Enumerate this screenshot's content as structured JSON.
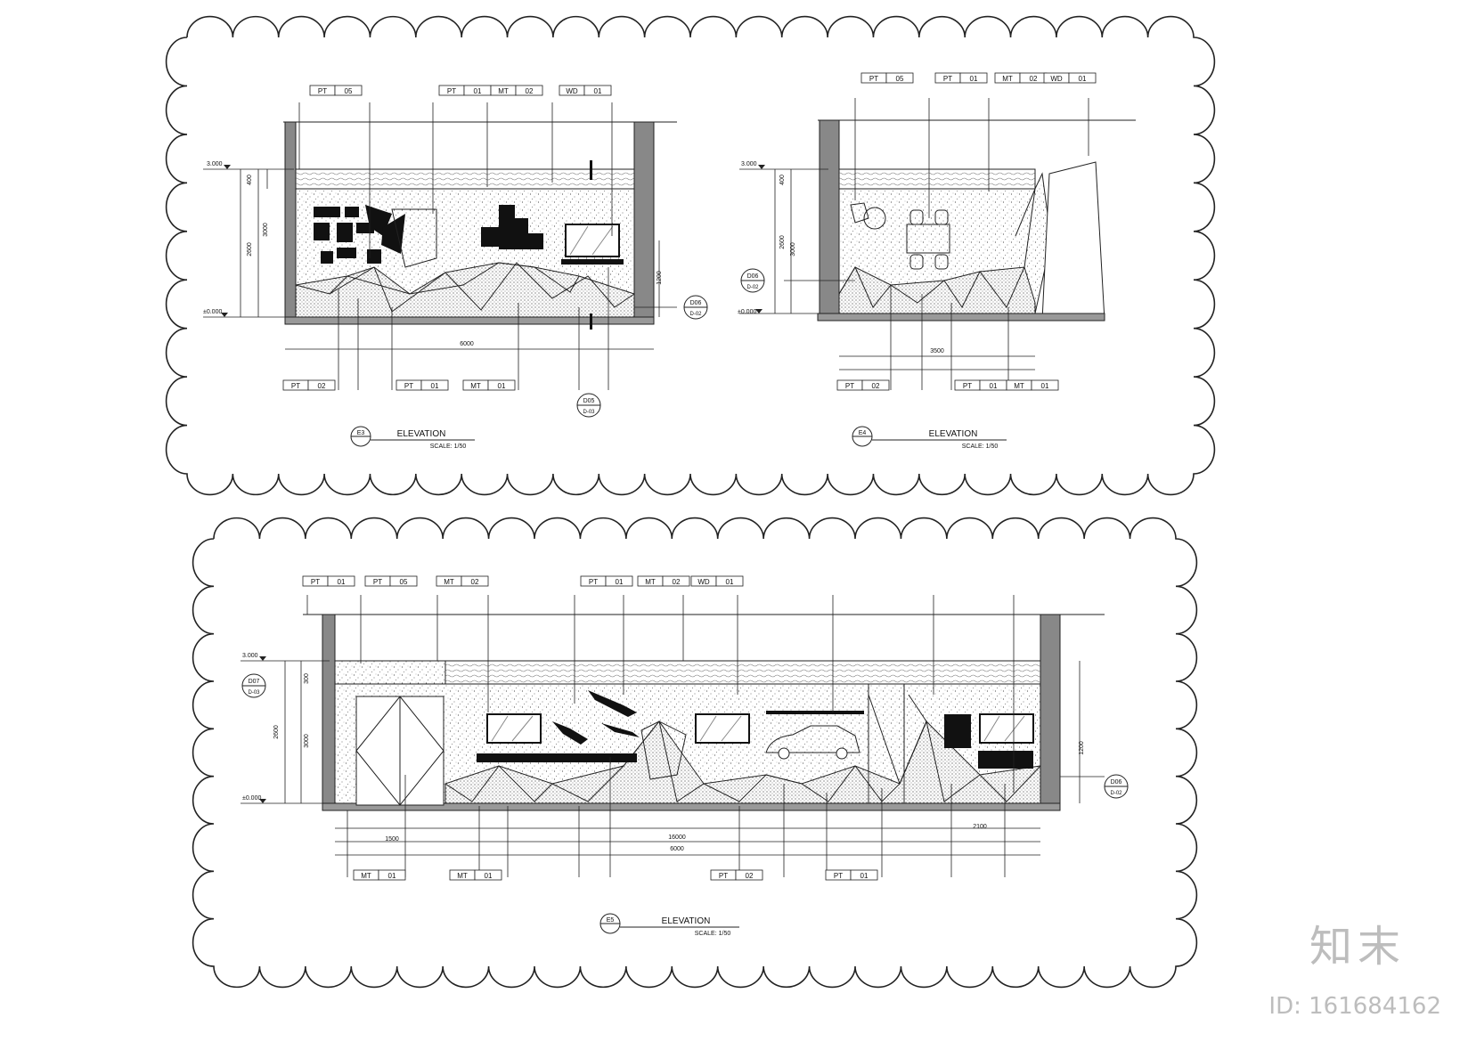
{
  "drawings": [
    {
      "id": "E3",
      "title": "ELEVATION",
      "scale": "SCALE: 1/50",
      "sheet": "E3",
      "top_tags": [
        {
          "code": "PT",
          "num": "05"
        },
        {
          "code": "PT",
          "num": "01"
        },
        {
          "code": "MT",
          "num": "02"
        },
        {
          "code": "WD",
          "num": "01"
        }
      ],
      "bottom_tags": [
        {
          "code": "PT",
          "num": "02"
        },
        {
          "code": "PT",
          "num": "01"
        },
        {
          "code": "MT",
          "num": "01"
        }
      ],
      "levels": [
        "3.000",
        "±0.000"
      ],
      "dims": [
        "400",
        "2600",
        "3000",
        "1200",
        "6000"
      ],
      "detail_refs": [
        {
          "top": "D06",
          "bottom": "D-02"
        },
        {
          "top": "D05",
          "bottom": "D-03"
        }
      ]
    },
    {
      "id": "E4",
      "title": "ELEVATION",
      "scale": "SCALE: 1/50",
      "sheet": "E4",
      "top_tags": [
        {
          "code": "PT",
          "num": "05"
        },
        {
          "code": "PT",
          "num": "01"
        },
        {
          "code": "MT",
          "num": "02"
        },
        {
          "code": "WD",
          "num": "01"
        }
      ],
      "bottom_tags": [
        {
          "code": "PT",
          "num": "02"
        },
        {
          "code": "PT",
          "num": "01"
        },
        {
          "code": "MT",
          "num": "01"
        }
      ],
      "levels": [
        "3.000",
        "±0.000"
      ],
      "dims": [
        "400",
        "2600",
        "3000",
        "3500"
      ],
      "detail_refs": [
        {
          "top": "D06",
          "bottom": "D-02"
        }
      ]
    },
    {
      "id": "E5",
      "title": "ELEVATION",
      "scale": "SCALE: 1/50",
      "sheet": "E5",
      "top_tags": [
        {
          "code": "PT",
          "num": "01"
        },
        {
          "code": "PT",
          "num": "05"
        },
        {
          "code": "MT",
          "num": "02"
        },
        {
          "code": "PT",
          "num": "01"
        },
        {
          "code": "MT",
          "num": "02"
        },
        {
          "code": "WD",
          "num": "01"
        }
      ],
      "bottom_tags": [
        {
          "code": "MT",
          "num": "01"
        },
        {
          "code": "MT",
          "num": "01"
        },
        {
          "code": "PT",
          "num": "02"
        },
        {
          "code": "PT",
          "num": "01"
        }
      ],
      "levels": [
        "3.000",
        "±0.000"
      ],
      "dims": [
        "300",
        "2600",
        "3000",
        "1200",
        "6000",
        "16000",
        "1500",
        "2100"
      ],
      "detail_refs": [
        {
          "top": "D07",
          "bottom": "D-03"
        },
        {
          "top": "D06",
          "bottom": "D-02"
        }
      ]
    }
  ],
  "watermark": {
    "logo": "知末",
    "id": "ID: 161684162"
  }
}
